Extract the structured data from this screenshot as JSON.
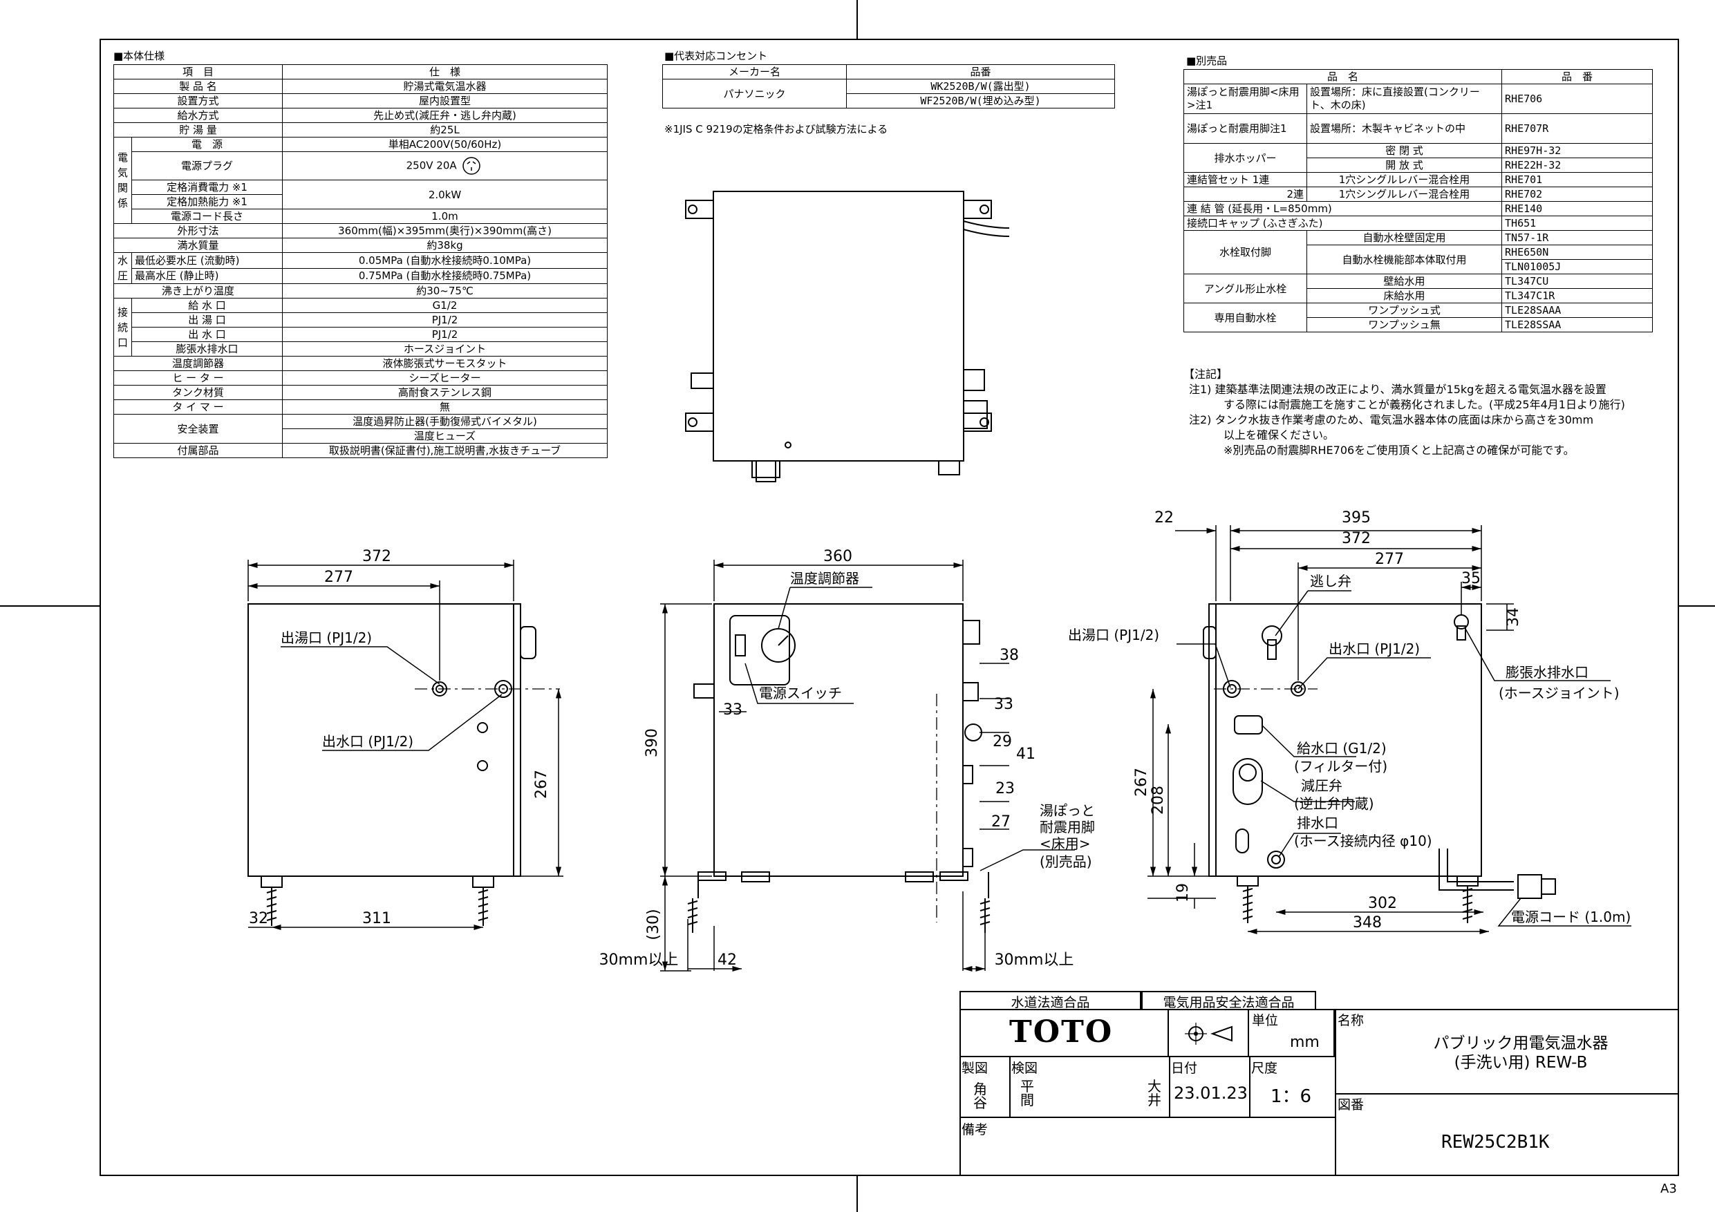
{
  "main_spec": {
    "title": "■本体仕様",
    "header": [
      "項　目",
      "仕　様"
    ],
    "rows": [
      {
        "g": "",
        "k": "製 品 名",
        "v": "貯湯式電気温水器"
      },
      {
        "g": "",
        "k": "設置方式",
        "v": "屋内設置型"
      },
      {
        "g": "",
        "k": "給水方式",
        "v": "先止め式(減圧弁・逃し弁内蔵)"
      },
      {
        "g": "",
        "k": "貯 湯 量",
        "v": "約25L"
      },
      {
        "g": "電",
        "k": "電　源",
        "v": "単相AC200V(50/60Hz)"
      },
      {
        "g": "気",
        "k": "電源プラグ",
        "v": "250V 20A"
      },
      {
        "g": "関",
        "k": "定格消費電力 ※1",
        "v": "2.0kW"
      },
      {
        "g": "係",
        "k": "定格加熱能力 ※1",
        "v": ""
      },
      {
        "g": "",
        "k": "電源コード長さ",
        "v": "1.0m"
      },
      {
        "g": "",
        "k": "外形寸法",
        "v": "360mm(幅)×395mm(奥行)×390mm(高さ)"
      },
      {
        "g": "",
        "k": "満水質量",
        "v": "約38kg"
      },
      {
        "g": "水",
        "k": "最低必要水圧 (流動時)",
        "v": "0.05MPa (自動水栓接続時0.10MPa)"
      },
      {
        "g": "圧",
        "k": "最高水圧 (静止時)",
        "v": "0.75MPa (自動水栓接続時0.75MPa)"
      },
      {
        "g": "",
        "k": "沸き上がり温度",
        "v": "約30~75℃"
      },
      {
        "g": "接",
        "k": "給 水 口",
        "v": "G1/2"
      },
      {
        "g": "続",
        "k": "出 湯 口",
        "v": "PJ1/2"
      },
      {
        "g": "口",
        "k": "出 水 口",
        "v": "PJ1/2"
      },
      {
        "g": "",
        "k": "膨張水排水口",
        "v": "ホースジョイント"
      },
      {
        "g": "",
        "k": "温度調節器",
        "v": "液体膨張式サーモスタット"
      },
      {
        "g": "",
        "k": "ヒ ー タ ー",
        "v": "シーズヒーター"
      },
      {
        "g": "",
        "k": "タンク材質",
        "v": "高耐食ステンレス鋼"
      },
      {
        "g": "",
        "k": "タ イ マ ー",
        "v": "無"
      },
      {
        "g": "",
        "k": "安全装置",
        "v": "温度過昇防止器(手動復帰式バイメタル)"
      },
      {
        "g": "",
        "k": "",
        "v": "温度ヒューズ"
      },
      {
        "g": "",
        "k": "付属部品",
        "v": "取扱説明書(保証書付),施工説明書,水抜きチューブ"
      }
    ]
  },
  "outlet": {
    "title": "■代表対応コンセント",
    "header": [
      "メーカー名",
      "品番"
    ],
    "maker": "パナソニック",
    "items": [
      "WK2520B/W(露出型)",
      "WF2520B/W(埋め込み型)"
    ],
    "note": "※1JIS C 9219の定格条件および試験方法による"
  },
  "options": {
    "title": "■別売品",
    "header": [
      "品　名",
      "品　番"
    ],
    "rows": [
      [
        "湯ぽっと耐震用脚<床用>注1",
        "設置場所：床に直接設置(コンクリート、木の床)",
        "RHE706"
      ],
      [
        "湯ぽっと耐震用脚注1",
        "設置場所：木製キャビネットの中",
        "RHE707R"
      ],
      [
        "排水ホッパー",
        "密 閉 式",
        "RHE97H-32"
      ],
      [
        "",
        "開 放 式",
        "RHE22H-32"
      ],
      [
        "連結管セット 1連",
        "1穴シングルレバー混合栓用",
        "RHE701"
      ],
      [
        "2連",
        "1穴シングルレバー混合栓用",
        "RHE702"
      ],
      [
        "連 結 管 (延長用・L=850mm)",
        "",
        "RHE140"
      ],
      [
        "接続口キャップ (ふさぎふた)",
        "",
        "TH651"
      ],
      [
        "水栓取付脚",
        "自動水栓壁固定用",
        "TN57-1R"
      ],
      [
        "",
        "自動水栓機能部本体取付用",
        "RHE650N"
      ],
      [
        "",
        "",
        "TLN01005J"
      ],
      [
        "アングル形止水栓",
        "壁給水用",
        "TL347CU"
      ],
      [
        "",
        "床給水用",
        "TL347C1R"
      ],
      [
        "専用自動水栓",
        "ワンプッシュ式",
        "TLE28SAAA"
      ],
      [
        "",
        "ワンプッシュ無",
        "TLE28SSAA"
      ]
    ],
    "notes_title": "【注記】",
    "notes": [
      "注1) 建築基準法関連法規の改正により、満水質量が15kgを超える電気温水器を設置",
      "する際には耐震施工を施すことが義務化されました。(平成25年4月1日より施行)",
      "注2) タンク水抜き作業考慮のため、電気温水器本体の底面は床から高さを30mm",
      "以上を確保ください。",
      "※別売品の耐震脚RHE706をご使用頂くと上記高さの確保が可能です。"
    ]
  },
  "front_view": {
    "dims": [
      "372",
      "277",
      "267",
      "311",
      "32"
    ],
    "labels": [
      "出湯口 (PJ1/2)",
      "出水口 (PJ1/2)"
    ]
  },
  "side_view": {
    "dims": [
      "360",
      "390",
      "33",
      "38",
      "33",
      "29",
      "41",
      "23",
      "27",
      "(30)",
      "42",
      "30mm以上",
      "30mm以上"
    ],
    "labels": [
      "温度調節器",
      "電源スイッチ",
      "湯ぽっと",
      "耐震用脚",
      "<床用>",
      "(別売品)"
    ]
  },
  "rear_view": {
    "dims": [
      "22",
      "395",
      "372",
      "277",
      "35",
      "34",
      "267",
      "208",
      "19",
      "302",
      "348"
    ],
    "labels": [
      "逃し弁",
      "出湯口 (PJ1/2)",
      "出水口 (PJ1/2)",
      "膨張水排水口",
      "(ホースジョイント)",
      "給水口 (G1/2)",
      "(フィルター付)",
      "減圧弁",
      "(逆止弁内蔵)",
      "排水口",
      "(ホース接続内径 φ10)",
      "電源コード (1.0m)"
    ]
  },
  "title_block": {
    "law1": "水道法適合品",
    "law2": "電気用品安全法適合品",
    "brand": "TOTO",
    "unit_label": "単位",
    "unit": "mm",
    "name_label": "名称",
    "name_line1": "パブリック用電気温水器",
    "name_line2": "(手洗い用) REW-B",
    "drawn_label": "製図",
    "drawn_by": "角谷",
    "checked_label": "検図",
    "checked_by": "平間",
    "approved_by": "大井",
    "date_label": "日付",
    "date": "23.01.23",
    "scale_label": "尺度",
    "scale": "1：6",
    "drawing_no_label": "図番",
    "drawing_no": "REW25C2B1K",
    "remarks_label": "備考"
  },
  "paper_size": "A3"
}
